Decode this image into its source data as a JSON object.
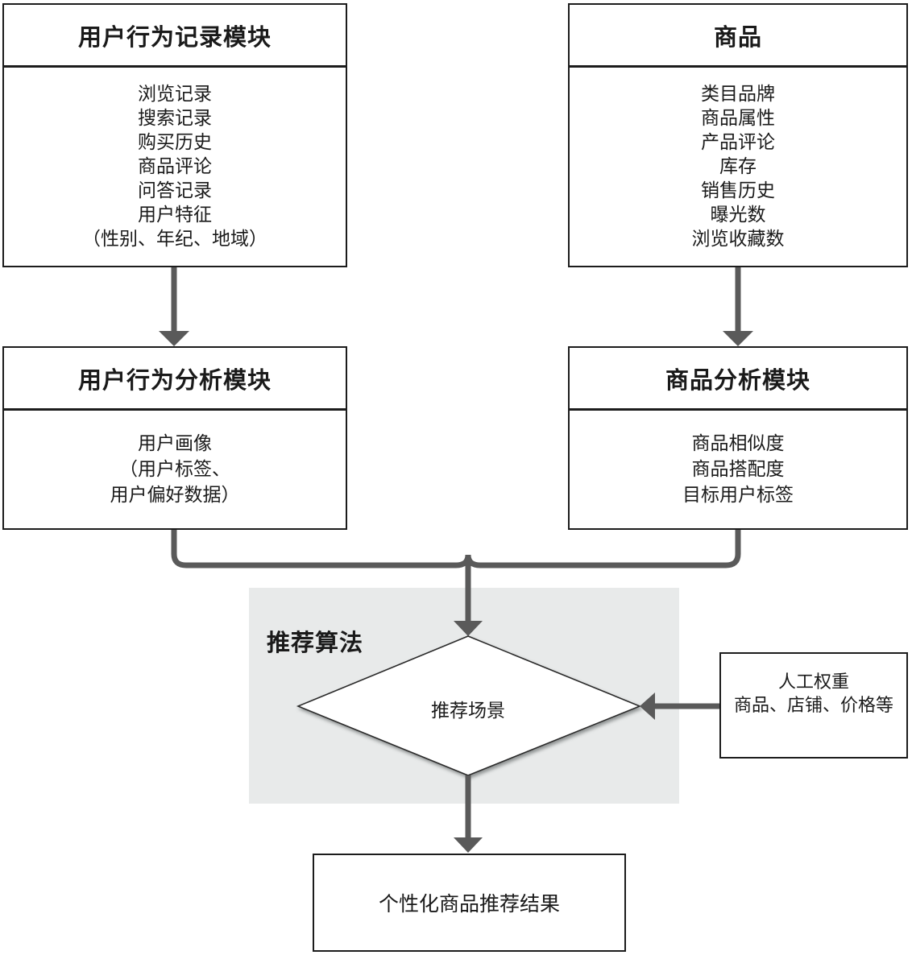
{
  "boxes": {
    "user_record": {
      "title": "用户行为记录模块",
      "items": [
        "浏览记录",
        "搜索记录",
        "购买历史",
        "商品评论",
        "问答记录",
        "用户特征",
        "（性别、年纪、地域）"
      ]
    },
    "product": {
      "title": "商品",
      "items": [
        "类目品牌",
        "商品属性",
        "产品评论",
        "库存",
        "销售历史",
        "曝光数",
        "浏览收藏数"
      ]
    },
    "user_analysis": {
      "title": "用户行为分析模块",
      "items": [
        "用户画像",
        "（用户标签、",
        "用户偏好数据）"
      ]
    },
    "product_analysis": {
      "title": "商品分析模块",
      "items": [
        "商品相似度",
        "商品搭配度",
        "目标用户标签"
      ]
    },
    "manual_weight": {
      "lines": [
        "人工权重",
        "商品、店铺、价格等"
      ]
    },
    "result": {
      "label": "个性化商品推荐结果"
    }
  },
  "algorithm": {
    "panel_label": "推荐算法",
    "diamond_label": "推荐场景"
  },
  "colors": {
    "box_border": "#1c1c1c",
    "arrow": "#5a5a5a",
    "panel_bg": "#e8eaea",
    "diamond_fill": "#ffffff",
    "text": "#1a1a1a"
  }
}
